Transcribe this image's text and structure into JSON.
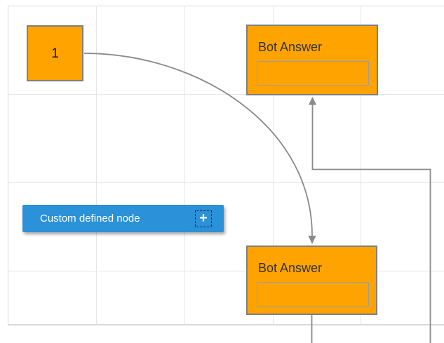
{
  "theme": {
    "node_fill": "#ffa300",
    "node_border": "#7f7f7f",
    "field_border": "#9e9e9e",
    "node_title_color": "#333333",
    "connector_color": "#8a8a8a",
    "grid_line_color": "#e6e6e6",
    "page_border_color": "#d9d9d9",
    "button_fill": "#2b91d8",
    "button_text_color": "#ffffff"
  },
  "diagram": {
    "nodes": [
      {
        "id": "node-1",
        "type": "square-node",
        "label": "1"
      },
      {
        "id": "bot-answer-top",
        "type": "bot-answer",
        "title": "Bot Answer",
        "text_field_value": ""
      },
      {
        "id": "bot-answer-bottom",
        "type": "bot-answer",
        "title": "Bot Answer",
        "text_field_value": ""
      }
    ],
    "connectors": [
      {
        "id": "curve-connector",
        "from": "node-1",
        "to": "bot-answer-bottom",
        "shape": "bezier",
        "arrow_at": "target"
      },
      {
        "id": "orthogonal-connector",
        "from": "offscreen-bottom-right",
        "to": "bot-answer-top",
        "shape": "orthogonal",
        "arrow_at": "target"
      },
      {
        "id": "exit-connector",
        "from": "bot-answer-bottom",
        "to": "offscreen-bottom",
        "shape": "straight",
        "arrow_at": "none"
      }
    ]
  },
  "palette_item": {
    "label": "Custom defined node",
    "add_icon_glyph": "+"
  }
}
